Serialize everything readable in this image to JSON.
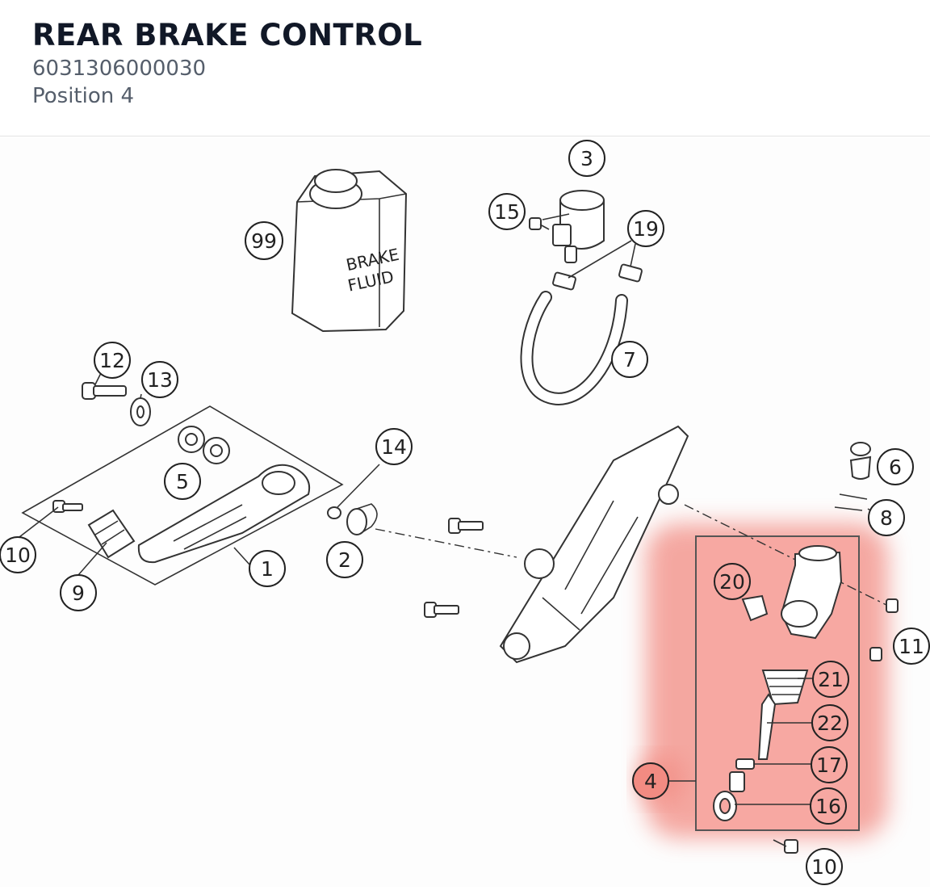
{
  "header": {
    "title": "REAR BRAKE CONTROL",
    "part_number": "6031306000030",
    "position": "Position 4"
  },
  "diagram": {
    "bottle_text_line1": "BRAKE",
    "bottle_text_line2": "FLUID",
    "highlight_color": "#f28b82",
    "callouts": {
      "c99": "99",
      "c3": "3",
      "c15": "15",
      "c19": "19",
      "c7": "7",
      "c12": "12",
      "c13": "13",
      "c5": "5",
      "c14": "14",
      "c6": "6",
      "c8": "8",
      "c10a": "10",
      "c9": "9",
      "c1": "1",
      "c2": "2",
      "c20": "20",
      "c11": "11",
      "c21": "21",
      "c22": "22",
      "c17": "17",
      "c4": "4",
      "c16": "16",
      "c10b": "10"
    }
  }
}
